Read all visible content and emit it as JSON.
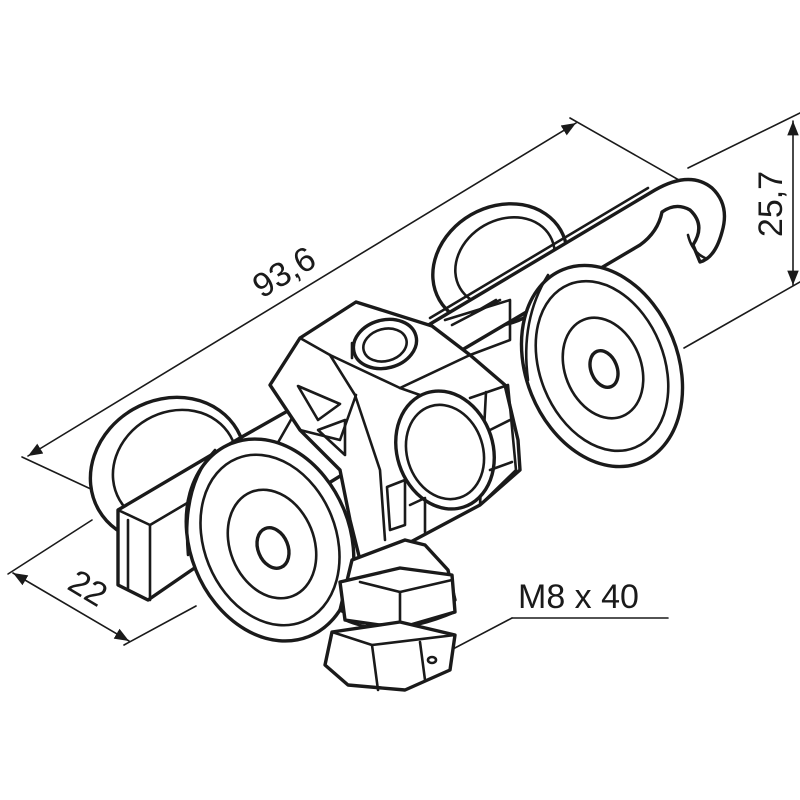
{
  "dimensions": {
    "length": "93,6",
    "height": "25,7",
    "width": "22"
  },
  "callouts": {
    "bolt": "M8 x 40"
  },
  "colors": {
    "line": "#1a1a1a",
    "background": "#ffffff"
  }
}
